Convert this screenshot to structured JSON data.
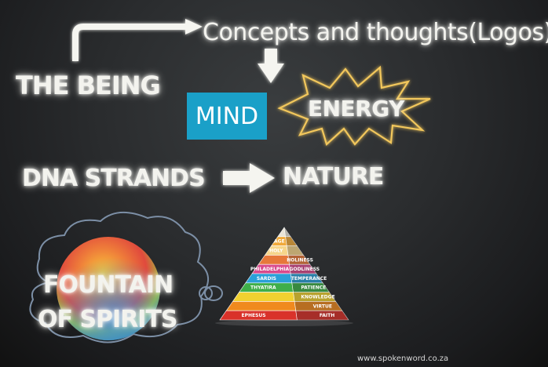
{
  "slide": {
    "concepts_label": "Concepts and thoughts(Logos)",
    "being_label": "THE BEING",
    "mind_label": "MIND",
    "energy_label": "ENERGY",
    "dna_label": "DNA STRANDS",
    "nature_label": "NATURE",
    "fountain_line1": "FOUNTAIN",
    "fountain_line2": "OF SPIRITS",
    "footer_url": "www.spokenword.co.za"
  },
  "pyramid": {
    "levels": [
      {
        "left": "",
        "right": "",
        "color": "#e9e4d6"
      },
      {
        "left": "AGE",
        "right": "",
        "color": "#f0a93a"
      },
      {
        "left": "HOLY",
        "right": "",
        "color": "#f6d58a"
      },
      {
        "left": "",
        "right": "HOLINESS",
        "color": "#e6783a"
      },
      {
        "left": "PHILADELPHIA",
        "right": "GODLINESS",
        "color": "#d94a8c"
      },
      {
        "left": "SARDIS",
        "right": "TEMPERANCE",
        "color": "#2aa0d8"
      },
      {
        "left": "THYATIRA",
        "right": "PATIENCE",
        "color": "#3fae49"
      },
      {
        "left": "",
        "right": "KNOWLEDGE",
        "color": "#f1d130"
      },
      {
        "left": "",
        "right": "VIRTUE",
        "color": "#f08a1e"
      },
      {
        "left": "EPHESUS",
        "right": "FAITH",
        "color": "#d9322a"
      }
    ]
  }
}
